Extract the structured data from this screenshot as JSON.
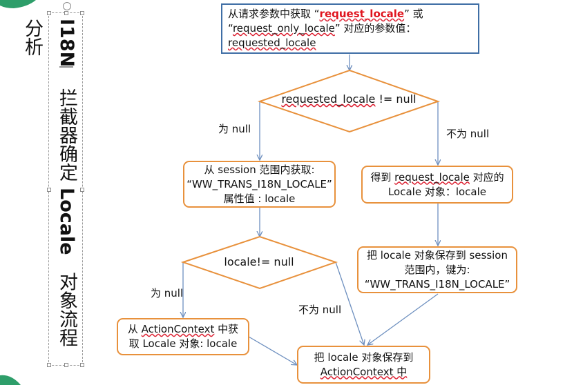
{
  "colors": {
    "box_border": "#e8913c",
    "start_border": "#3f6ea5",
    "arrow": "#6d8fbf",
    "highlight": "#e0141e"
  },
  "title": {
    "main": "I18N",
    "part1": "拦截器确定",
    "locale": "Locale",
    "part2": "对象流程分析"
  },
  "start": {
    "line1_a": "从请求参数中获取 “",
    "line1_key": "request_locale",
    "line1_b": "” 或",
    "line2_a": "“",
    "line2_key": "request_only_locale",
    "line2_b": "” 对应的参数值：",
    "line3": "requested_locale"
  },
  "decision1": {
    "var": "requested_locale",
    "op": " != null"
  },
  "decision2": {
    "text": "locale!= null"
  },
  "left_session_box": {
    "line1": "从 session 范围内获取:",
    "line2": "“WW_TRANS_I18N_LOCALE”",
    "line3": "属性值 : locale"
  },
  "right_get_box": {
    "line1_a": "得到 ",
    "line1_key": "request_locale",
    "line1_b": " 对应的",
    "line2": "Locale 对象：locale"
  },
  "right_save_box": {
    "line1": "把 locale 对象保存到 session",
    "line2": "范围内，键为:",
    "line3": "“WW_TRANS_I18N_LOCALE”"
  },
  "action_box": {
    "line1_a": "从 ",
    "line1_key": "ActionContext",
    "line1_b": " 中获",
    "line2": "取 Locale 对象: locale"
  },
  "final_box": {
    "line1": "把 locale 对象保存到",
    "line2": "ActionContext 中"
  },
  "labels": {
    "is_null_1": "为 null",
    "not_null_1": "不为 null",
    "is_null_2": "为 null",
    "not_null_2": "不为 null"
  }
}
